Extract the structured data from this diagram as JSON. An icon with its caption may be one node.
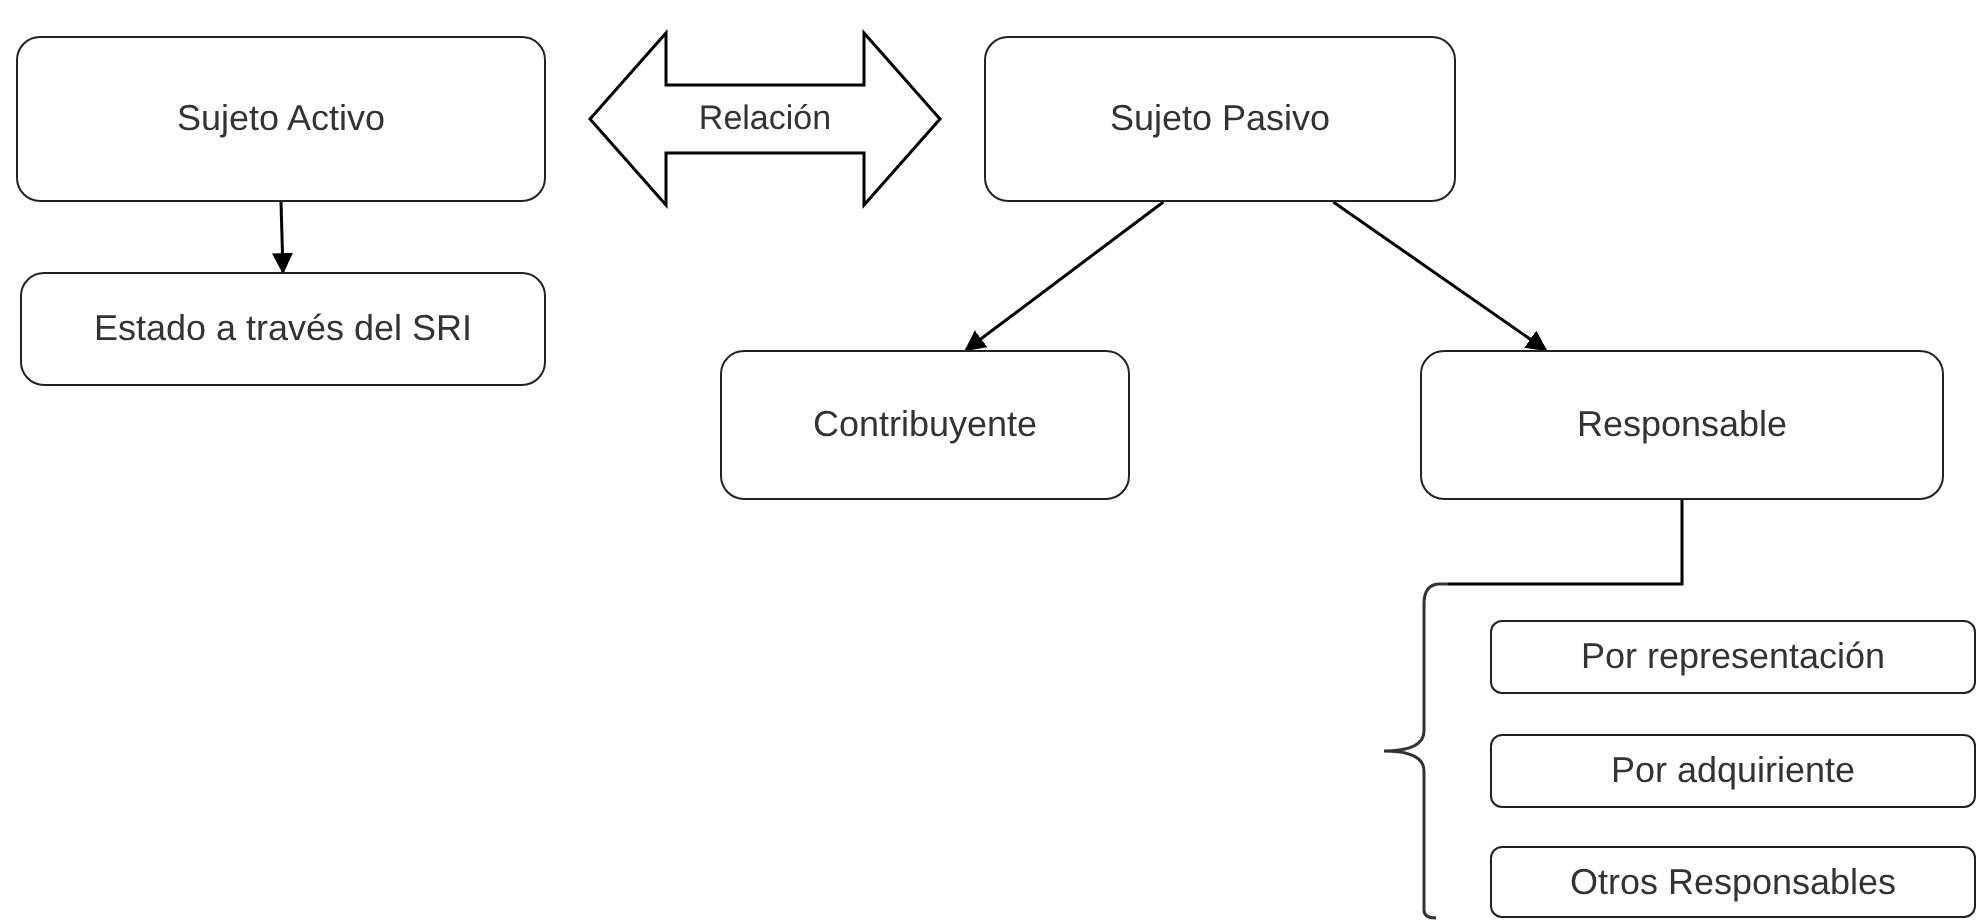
{
  "diagram": {
    "nodes": [
      {
        "text": [
          "Sujeto Activo"
        ]
      },
      {
        "text": [
          "Estado a través del SRI"
        ]
      },
      {
        "text": [
          "Sujeto Pasivo"
        ]
      },
      {
        "text": [
          "Contribuyente"
        ]
      },
      {
        "text": [
          "Responsable"
        ]
      },
      {
        "text": [],
        "shape": "brace"
      },
      {
        "text": [
          "Por representación"
        ]
      },
      {
        "text": [
          "Por adquiriente"
        ]
      },
      {
        "text": [
          "Otros Responsables"
        ]
      }
    ],
    "edges": [
      {
        "from": 0,
        "to": 2,
        "arrow": "both",
        "label": "Relación",
        "style": "thick"
      },
      {
        "from": 0,
        "to": 1,
        "arrow": "to"
      },
      {
        "from": 2,
        "to": 3,
        "arrow": "to"
      },
      {
        "from": 2,
        "to": 4,
        "arrow": "to"
      },
      {
        "from": 4,
        "to": 5,
        "arrow": "none"
      }
    ]
  }
}
